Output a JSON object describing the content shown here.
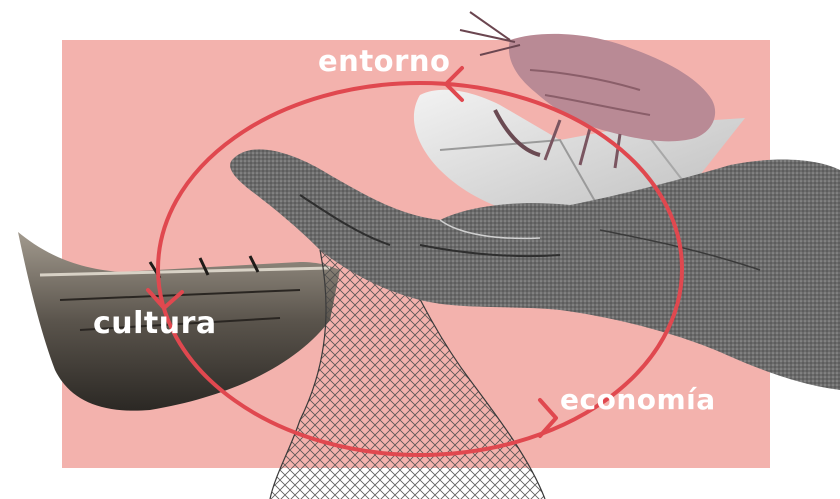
{
  "labels": {
    "entorno": "entorno",
    "cultura": "cultura",
    "economia": "economía"
  },
  "colors": {
    "background_panel": "#f3b2ad",
    "cycle_ring": "#e0484f",
    "label_text": "#ffffff",
    "hand": "#5a5a5a",
    "boat": "#3d3a36",
    "net": "#444444",
    "shrimp": "#b98a95"
  },
  "icons": [
    "shrimp-illustration",
    "paper-boat-illustration",
    "hand-illustration",
    "fishing-net-illustration",
    "wooden-boat-illustration",
    "cycle-arrow-icon"
  ]
}
